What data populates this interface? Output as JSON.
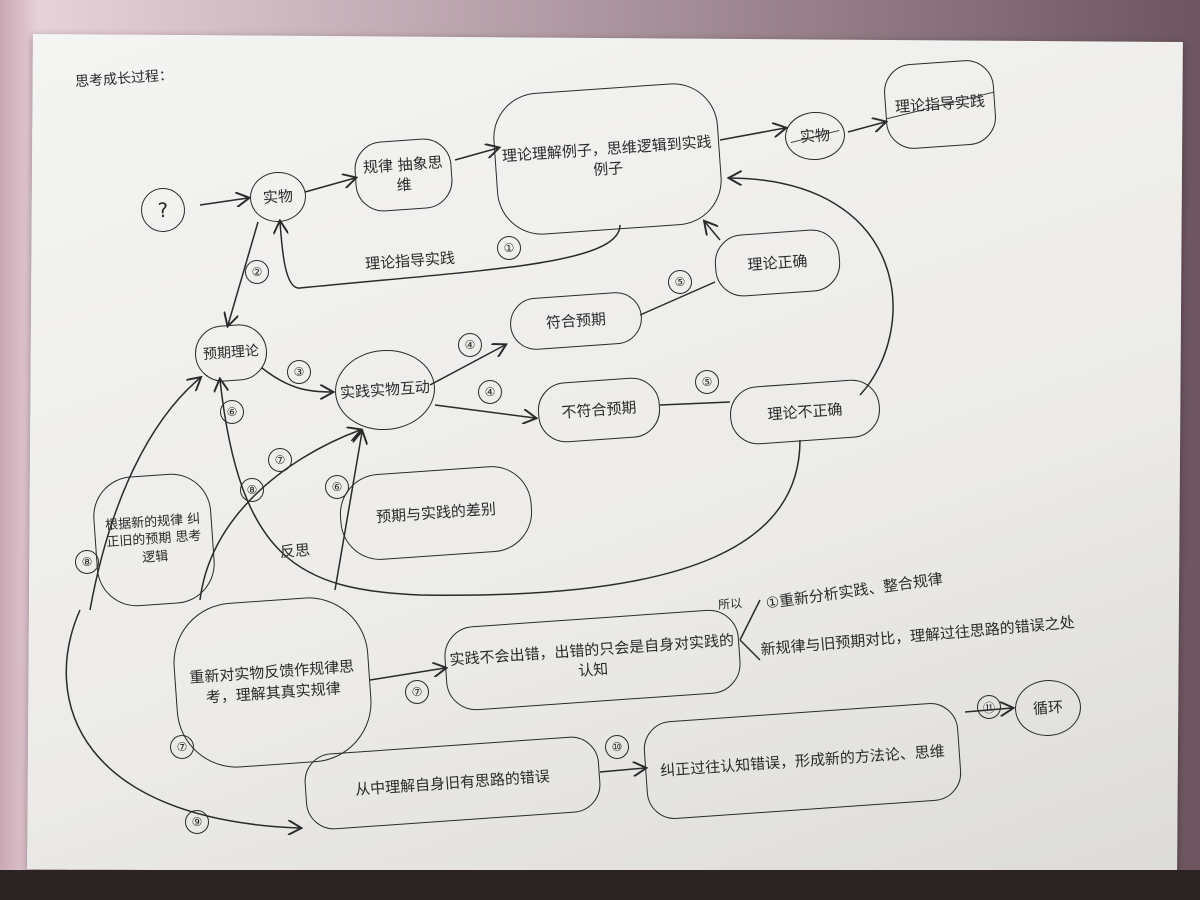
{
  "title": "思考成长过程：",
  "nodes": {
    "question": "?",
    "object": "实物",
    "law_abstract": "规律 抽象思维",
    "theory_examples": "理论理解例子，思维逻辑到实践例子",
    "object_crossed": "实物",
    "theory_guides_crossed": "理论指导实践",
    "theory_correct": "理论正确",
    "meets_expectation": "符合预期",
    "expected_theory": "预期理论",
    "practice_interaction": "实践实物互动",
    "not_meet_expectation": "不符合预期",
    "theory_incorrect": "理论不正确",
    "difference": "预期与实践的差别",
    "correct_by_new_law": "根据新的规律 纠正旧的预期 思考逻辑",
    "rethink": "重新对实物反馈作规律思考，理解其真实规律",
    "practice_never_wrong": "实践不会出错，出错的只会是自身对实践的认知",
    "understand_errors": "从中理解自身旧有思路的错误",
    "correct_cognition": "纠正过往认知错误，形成新的方法论、思维",
    "cycle": "循环"
  },
  "labels": {
    "theory_guides_practice": "理论指导实践",
    "reflect": "反思",
    "therefore": "所以",
    "note1": "①重新分析实践、整合规律",
    "note2": "新规律与旧预期对比，理解过往思路的错误之处"
  },
  "numbers": [
    "①",
    "②",
    "③",
    "④",
    "④",
    "⑤",
    "⑤",
    "⑥",
    "⑥",
    "⑦",
    "⑧",
    "⑧",
    "⑦",
    "⑦",
    "⑨",
    "⑩",
    "⑪"
  ]
}
